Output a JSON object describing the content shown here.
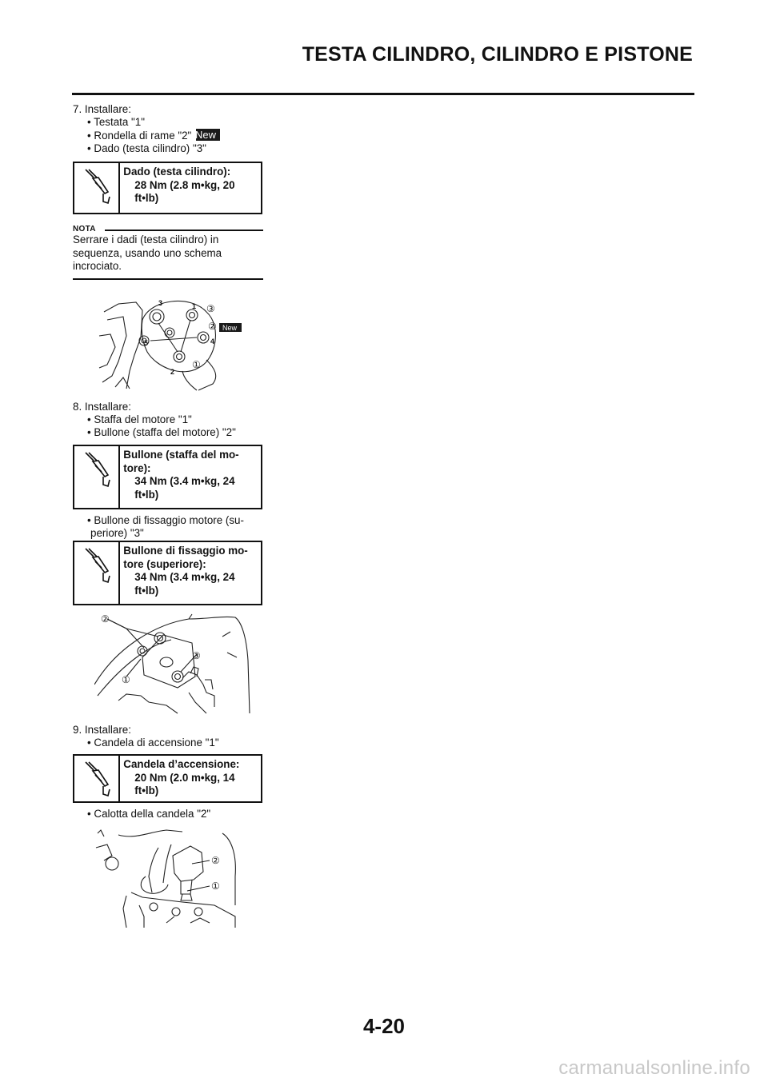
{
  "header": {
    "title": "TESTA CILINDRO, CILINDRO E PISTONE"
  },
  "step7": {
    "heading": "7.  Installare:",
    "items": [
      "• Testata \"1\"",
      "• Rondella di rame \"2\"",
      "• Dado (testa cilindro) \"3\""
    ],
    "new_tag": "New"
  },
  "spec1": {
    "name": "Dado (testa cilindro):",
    "value": "28 Nm (2.8 m•kg, 20 ft•lb)"
  },
  "nota": {
    "label": "NOTA",
    "text": "Serrare i dadi (testa cilindro) in sequenza, usando uno schema incrociato."
  },
  "fig1": {
    "callouts": [
      "3",
      "1",
      "5",
      "4",
      "2"
    ],
    "circled": [
      "③",
      "②",
      "①"
    ],
    "new_tag": "New"
  },
  "step8": {
    "heading": "8.  Installare:",
    "items": [
      "• Staffa del motore \"1\"",
      "• Bullone (staffa del motore) \"2\""
    ],
    "item3_line1": "• Bullone di fissaggio motore (su-",
    "item3_line2": "periore) \"3\""
  },
  "spec2": {
    "name_line1": "Bullone (staffa del mo-",
    "name_line2": "tore):",
    "value": "34 Nm (3.4 m•kg, 24 ft•lb)"
  },
  "spec3": {
    "name_line1": "Bullone di fissaggio mo-",
    "name_line2": "tore (superiore):",
    "value": "34 Nm (3.4 m•kg, 24 ft•lb)"
  },
  "fig2": {
    "circled": [
      "②",
      "③",
      "①"
    ]
  },
  "step9": {
    "heading": "9.  Installare:",
    "items": [
      "• Candela di accensione \"1\""
    ],
    "item2": "• Calotta della candela \"2\""
  },
  "spec4": {
    "name": "Candela d’accensione:",
    "value": "20 Nm (2.0 m•kg, 14 ft•lb)"
  },
  "fig3": {
    "circled": [
      "②",
      "①"
    ]
  },
  "footer": {
    "page_number": "4-20",
    "watermark": "carmanualsonline.info"
  }
}
